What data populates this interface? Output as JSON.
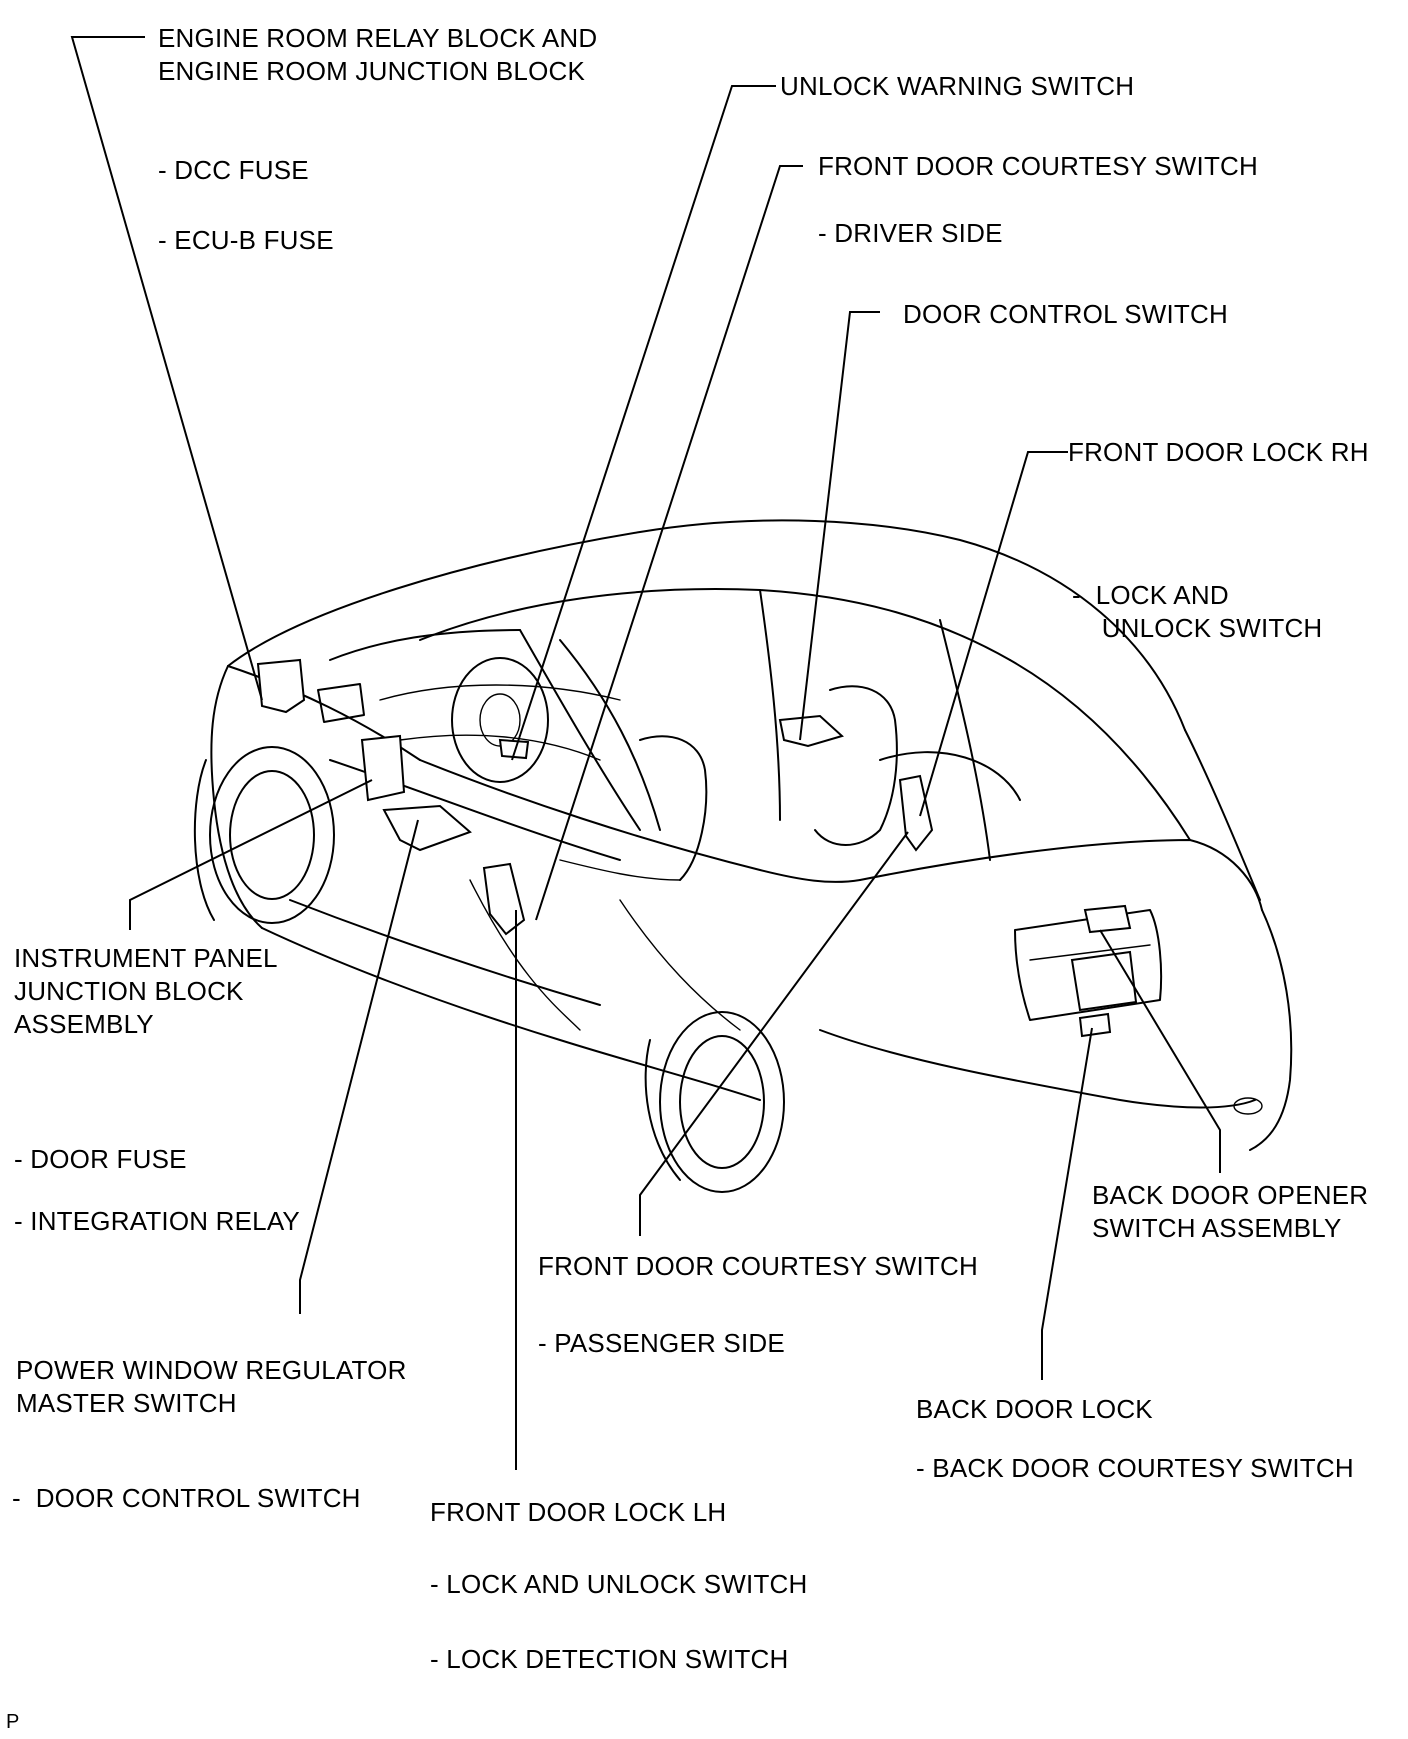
{
  "labels": {
    "engine_room_block": "ENGINE ROOM RELAY BLOCK AND\nENGINE ROOM JUNCTION BLOCK",
    "dcc_fuse": "- DCC FUSE",
    "ecu_b_fuse": "- ECU-B FUSE",
    "unlock_warning_switch": "UNLOCK WARNING SWITCH",
    "front_door_courtesy_switch_driver": "FRONT DOOR COURTESY SWITCH",
    "driver_side": "- DRIVER SIDE",
    "door_control_switch_top": "DOOR CONTROL SWITCH",
    "front_door_lock_rh": "FRONT DOOR LOCK RH",
    "lock_and_unlock_switch_rh": "-  LOCK AND\n    UNLOCK SWITCH",
    "instrument_panel_jb": "INSTRUMENT PANEL\nJUNCTION BLOCK\nASSEMBLY",
    "door_fuse": "- DOOR FUSE",
    "integration_relay": "- INTEGRATION RELAY",
    "power_window_master_switch": "POWER WINDOW REGULATOR\nMASTER SWITCH",
    "door_control_switch_bottom": "-  DOOR CONTROL SWITCH",
    "front_door_courtesy_switch_passenger": "FRONT DOOR COURTESY SWITCH",
    "passenger_side": "- PASSENGER SIDE",
    "back_door_opener_switch": "BACK DOOR OPENER\nSWITCH ASSEMBLY",
    "back_door_lock": "BACK DOOR LOCK",
    "back_door_courtesy_switch": "- BACK DOOR COURTESY SWITCH",
    "front_door_lock_lh": "FRONT DOOR LOCK LH",
    "lock_and_unlock_switch_lh": "- LOCK AND UNLOCK SWITCH",
    "lock_detection_switch": "- LOCK DETECTION SWITCH",
    "footer_letter": "P"
  }
}
